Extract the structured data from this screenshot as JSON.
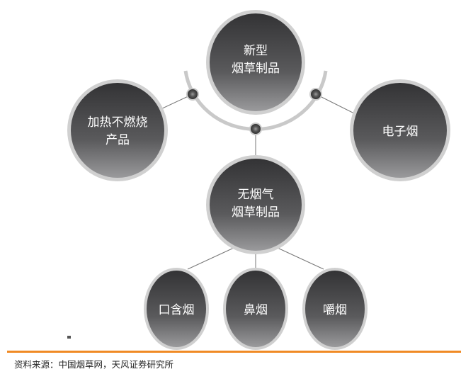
{
  "diagram": {
    "root": {
      "lines": [
        "新型",
        "烟草制品"
      ]
    },
    "branches": [
      {
        "lines": [
          "加热不燃烧",
          "产品"
        ]
      },
      {
        "lines": [
          "电子烟"
        ]
      },
      {
        "lines": [
          "无烟气",
          "烟草制品"
        ]
      }
    ],
    "smokeless_children": [
      {
        "lines": [
          "口含烟"
        ]
      },
      {
        "lines": [
          "鼻烟"
        ]
      },
      {
        "lines": [
          "嚼烟"
        ]
      }
    ]
  },
  "source": "资料来源：中国烟草网，天风证券研究所",
  "colors": {
    "accent": "#f08a24",
    "node_dark": "#3a3a3c",
    "node_light": "#8e8e90",
    "ring": "#c8c8c8"
  }
}
